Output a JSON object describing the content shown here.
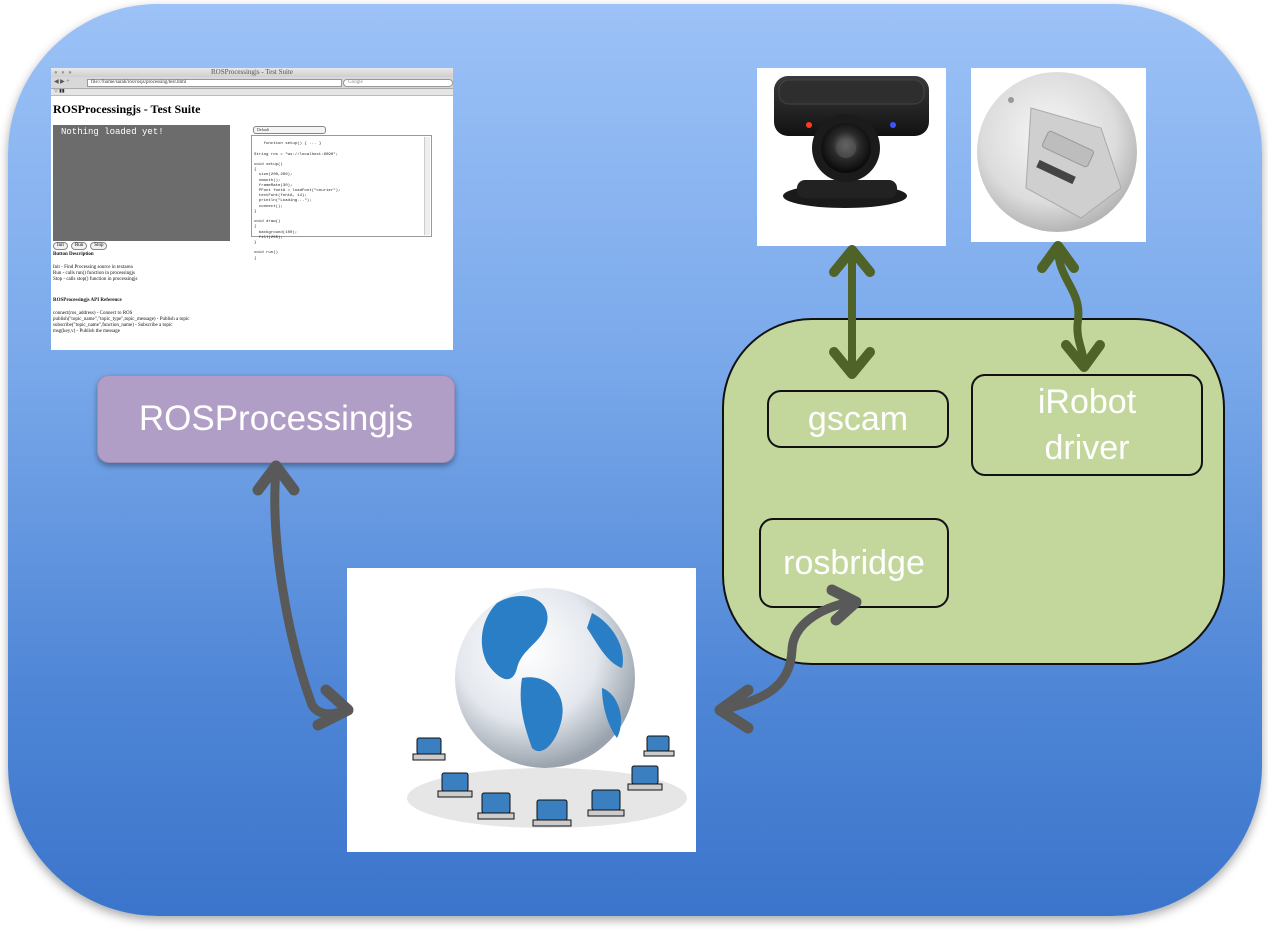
{
  "nodes": {
    "rosprocessingjs": "ROSProcessingjs",
    "gscam": "gscam",
    "irobot": "iRobot\ndriver",
    "rosbridge": "rosbridge"
  },
  "browser": {
    "window_title": "ROSProcessingjs - Test Suite",
    "url": "file:///home/sarah/ros/rosjs/processing/test.html",
    "search_placeholder": "Google",
    "page_heading": "ROSProcessingjs - Test Suite",
    "canvas_text": "Nothing loaded yet!",
    "select_value": "Default",
    "code_lines": "function setup() { ... }\n\nString ros = \"ws://localhost:9090\";\n\nvoid setup()\n{\n  size(200,200);\n  smooth();\n  frameRate(30);\n  PFont fontA = loadFont(\"courier\");\n  textFont(fontA, 14);\n  println(\"Loading...\");\n  connect();\n}\n\nvoid draw()\n{\n  background(100);\n  fill(255);\n}\n\nvoid run()\n{",
    "buttons": [
      "Init",
      "Run",
      "Stop"
    ],
    "desc_heading": "Button Description",
    "desc_lines": "Init - Find Processing source in textarea\nRun - calls run() function in processingjs\nStop - calls stop() function in processingjs",
    "api_heading": "ROSProcessingjs API Reference",
    "api_lines": "connect(ros_address) - Connect to ROS\npublish(\"topic_name\",\"topic_type\",topic_message) - Publish a topic\nsubscribe(\"topic_name\",function_name) - Subscribe a topic\nmsg(key,v) - Publish the message"
  },
  "colors": {
    "background_top": "#9cc2f7",
    "background_bottom": "#3b75cb",
    "rosprocessingjs_fill": "#b09ec6",
    "robot_group_fill": "#c3d69b",
    "green_arrow": "#4f6228",
    "gray_arrow": "#595959"
  },
  "icons": [
    "camera-photo",
    "irobot-photo",
    "globe-network-photo",
    "browser-screenshot"
  ]
}
